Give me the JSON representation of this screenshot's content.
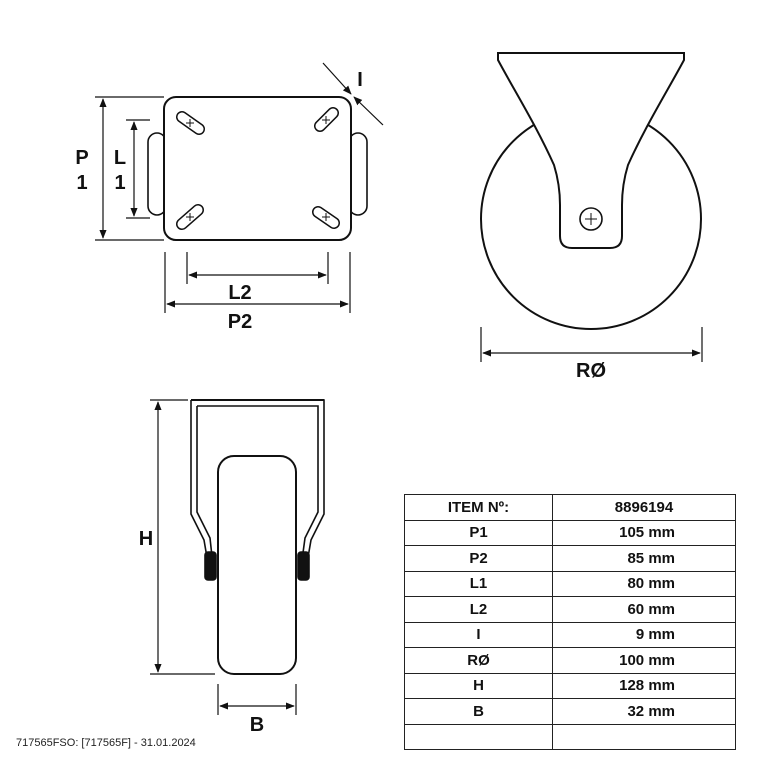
{
  "labels": {
    "p1_line1": "P",
    "p1_line2": "1",
    "l1_line1": "L",
    "l1_line2": "1",
    "i": "I",
    "l2": "L2",
    "p2": "P2",
    "r": "RØ",
    "h": "H",
    "b": "B"
  },
  "table": {
    "header": {
      "key": "ITEM Nº:",
      "value": "8896194"
    },
    "rows": [
      {
        "key": "P1",
        "value": "105 mm"
      },
      {
        "key": "P2",
        "value": "85 mm"
      },
      {
        "key": "L1",
        "value": "80 mm"
      },
      {
        "key": "L2",
        "value": "60 mm"
      },
      {
        "key": "I",
        "value": "9 mm"
      },
      {
        "key": "RØ",
        "value": "100 mm"
      },
      {
        "key": "H",
        "value": "128 mm"
      },
      {
        "key": "B",
        "value": "32 mm"
      },
      {
        "key": "",
        "value": ""
      }
    ]
  },
  "footer": "717565FSO: [717565F] - 31.01.2024"
}
